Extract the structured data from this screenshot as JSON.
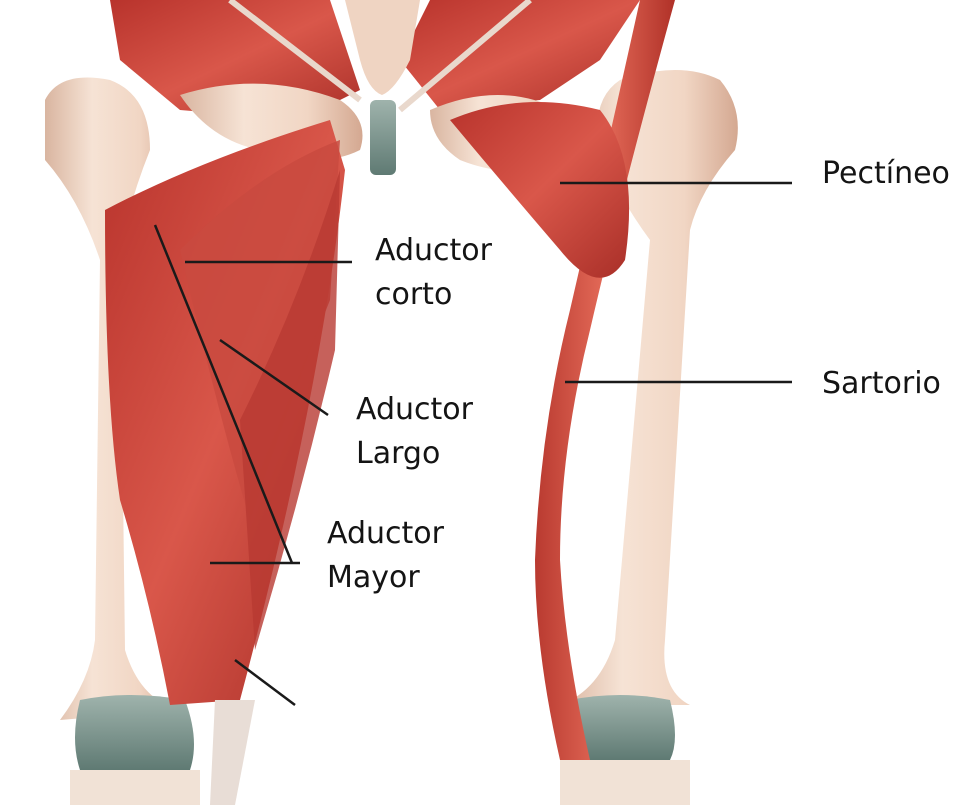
{
  "labels": {
    "aductor_corto": [
      "Aductor",
      "corto"
    ],
    "aductor_largo": [
      "Aductor",
      "Largo"
    ],
    "aductor_mayor": [
      "Aductor",
      "Mayor"
    ],
    "pectineo": "Pectíneo",
    "sartorio": "Sartorio"
  },
  "colors": {
    "muscle": "#c8423a",
    "muscle_dark": "#9e2a24",
    "muscle_light": "#e07a6a",
    "bone": "#f3dccb",
    "bone_shadow": "#d9b39e",
    "cartilage": "#7f9a93",
    "leader_line": "#1a1a1a"
  }
}
